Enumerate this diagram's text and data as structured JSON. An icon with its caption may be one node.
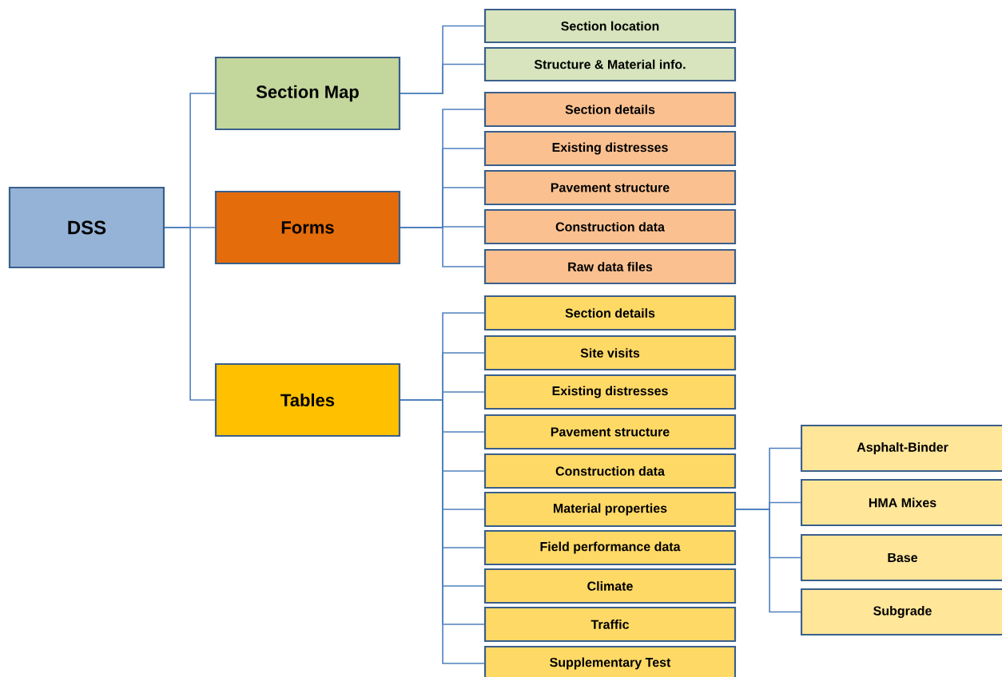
{
  "diagram": {
    "nodes": [
      {
        "text": [
          "DSS"
        ]
      },
      {
        "text": [
          "Section Map"
        ]
      },
      {
        "text": [
          "Forms"
        ]
      },
      {
        "text": [
          "Tables"
        ]
      },
      {
        "text": [
          "Section location"
        ]
      },
      {
        "text": [
          "Structure & Material info."
        ]
      },
      {
        "text": [
          "Section details"
        ]
      },
      {
        "text": [
          "Existing distresses"
        ]
      },
      {
        "text": [
          "Pavement structure"
        ]
      },
      {
        "text": [
          "Construction data"
        ]
      },
      {
        "text": [
          "Raw data files"
        ]
      },
      {
        "text": [
          "Section details"
        ]
      },
      {
        "text": [
          "Site visits"
        ]
      },
      {
        "text": [
          "Existing distresses"
        ]
      },
      {
        "text": [
          "Pavement structure"
        ]
      },
      {
        "text": [
          "Construction data"
        ]
      },
      {
        "text": [
          "Material properties"
        ]
      },
      {
        "text": [
          "Field performance data"
        ]
      },
      {
        "text": [
          "Climate"
        ]
      },
      {
        "text": [
          "Traffic"
        ]
      },
      {
        "text": [
          "Supplementary Test"
        ]
      },
      {
        "text": [
          "Asphalt-Binder"
        ]
      },
      {
        "text": [
          "HMA Mixes"
        ]
      },
      {
        "text": [
          "Base"
        ]
      },
      {
        "text": [
          "Subgrade"
        ]
      }
    ],
    "edges": [
      {
        "from": 0,
        "to": 1,
        "arrow": "none"
      },
      {
        "from": 0,
        "to": 2,
        "arrow": "none"
      },
      {
        "from": 0,
        "to": 3,
        "arrow": "none"
      },
      {
        "from": 1,
        "to": 4,
        "arrow": "none"
      },
      {
        "from": 1,
        "to": 5,
        "arrow": "none"
      },
      {
        "from": 2,
        "to": 6,
        "arrow": "none"
      },
      {
        "from": 2,
        "to": 7,
        "arrow": "none"
      },
      {
        "from": 2,
        "to": 8,
        "arrow": "none"
      },
      {
        "from": 2,
        "to": 9,
        "arrow": "none"
      },
      {
        "from": 2,
        "to": 10,
        "arrow": "none"
      },
      {
        "from": 3,
        "to": 11,
        "arrow": "none"
      },
      {
        "from": 3,
        "to": 12,
        "arrow": "none"
      },
      {
        "from": 3,
        "to": 13,
        "arrow": "none"
      },
      {
        "from": 3,
        "to": 14,
        "arrow": "none"
      },
      {
        "from": 3,
        "to": 15,
        "arrow": "none"
      },
      {
        "from": 3,
        "to": 16,
        "arrow": "none"
      },
      {
        "from": 3,
        "to": 17,
        "arrow": "none"
      },
      {
        "from": 3,
        "to": 18,
        "arrow": "none"
      },
      {
        "from": 3,
        "to": 19,
        "arrow": "none"
      },
      {
        "from": 3,
        "to": 20,
        "arrow": "none"
      },
      {
        "from": 16,
        "to": 21,
        "arrow": "none"
      },
      {
        "from": 16,
        "to": 22,
        "arrow": "none"
      },
      {
        "from": 16,
        "to": 23,
        "arrow": "none"
      },
      {
        "from": 16,
        "to": 24,
        "arrow": "none"
      }
    ]
  }
}
